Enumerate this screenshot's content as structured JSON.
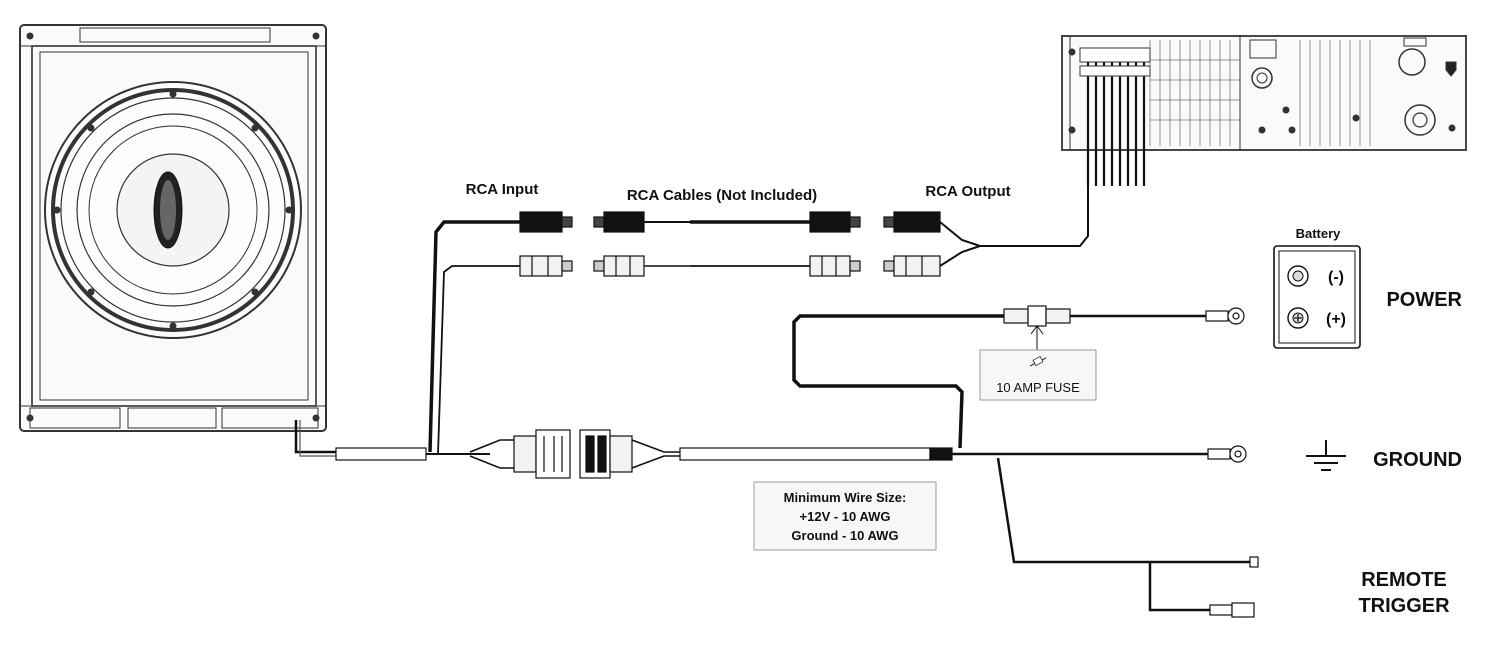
{
  "labels": {
    "rca_input": "RCA Input",
    "rca_cables": "RCA Cables (Not Included)",
    "rca_output": "RCA Output",
    "battery": "Battery",
    "battery_neg": "(-)",
    "battery_pos": "(+)",
    "power": "POWER",
    "fuse": "10 AMP FUSE",
    "ground": "GROUND",
    "remote_line1": "REMOTE",
    "remote_line2": "TRIGGER"
  },
  "wire_size_note": {
    "line1": "Minimum Wire Size:",
    "line2": "+12V - 10 AWG",
    "line3": "Ground - 10 AWG"
  },
  "colors": {
    "line": "#111111",
    "rca_white": "#f2f2f2",
    "panel": "#f7f7f7"
  }
}
